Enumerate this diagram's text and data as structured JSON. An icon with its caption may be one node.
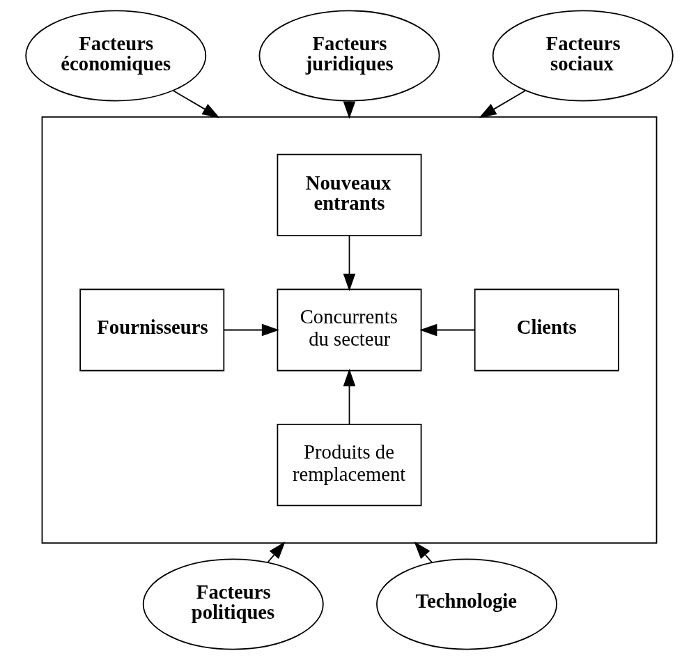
{
  "diagram": {
    "nodes": [
      {
        "text": [
          "Facteurs économiques"
        ]
      },
      {
        "text": [
          "Facteurs juridiques"
        ]
      },
      {
        "text": [
          "Facteurs sociaux"
        ]
      },
      {
        "text": [],
        "shape": "box"
      },
      {
        "text": [
          "Nouveaux entrants"
        ],
        "in": 3
      },
      {
        "text": [
          "Fournisseurs"
        ],
        "in": 3
      },
      {
        "text": [
          "Concurrents du secteur"
        ],
        "in": 3
      },
      {
        "text": [
          "Clients"
        ],
        "in": 3
      },
      {
        "text": [
          "Produits de remplacement"
        ],
        "in": 3
      },
      {
        "text": [
          "Facteurs politiques"
        ]
      },
      {
        "text": [
          "Technologie"
        ]
      }
    ],
    "edges": [
      {
        "from": 0,
        "to": 3,
        "arrow": "to"
      },
      {
        "from": 1,
        "to": 3,
        "arrow": "to"
      },
      {
        "from": 2,
        "to": 3,
        "arrow": "to"
      },
      {
        "from": 4,
        "to": 6,
        "arrow": "to"
      },
      {
        "from": 5,
        "to": 6,
        "arrow": "to"
      },
      {
        "from": 7,
        "to": 6,
        "arrow": "to"
      },
      {
        "from": 8,
        "to": 6,
        "arrow": "to"
      },
      {
        "from": 9,
        "to": 3,
        "arrow": "to"
      },
      {
        "from": 10,
        "to": 3,
        "arrow": "to"
      }
    ]
  }
}
